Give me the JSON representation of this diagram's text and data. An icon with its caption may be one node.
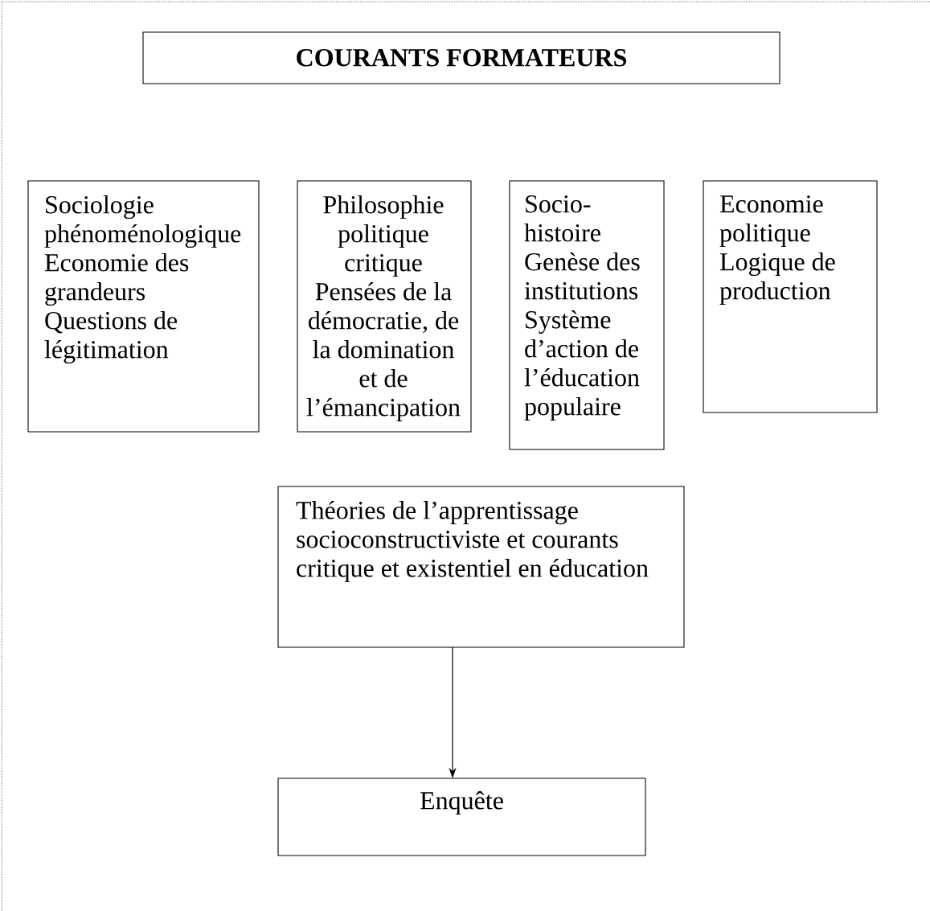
{
  "diagram": {
    "nodes": [
      {
        "text": [
          "COURANTS FORMATEURS"
        ]
      },
      {
        "text": [
          "Sociologie phénoménologique",
          "Economie des grandeurs",
          "Questions de légitimation"
        ]
      },
      {
        "text": [
          "Philosophie politique critique",
          "Pensées de la démocratie, de la domination et de l’émancipation"
        ]
      },
      {
        "text": [
          "Socio-histoire",
          "Genèse des institutions",
          "Système d’action de l’éducation populaire"
        ]
      },
      {
        "text": [
          "Economie politique",
          "Logique de production"
        ]
      },
      {
        "text": [
          "Théories de l’apprentissage socioconstructiviste et courants critique et existentiel en éducation"
        ]
      },
      {
        "text": [
          "Enquête"
        ]
      }
    ],
    "edges": [
      {
        "from": 5,
        "to": 6,
        "arrow": "to"
      }
    ]
  }
}
